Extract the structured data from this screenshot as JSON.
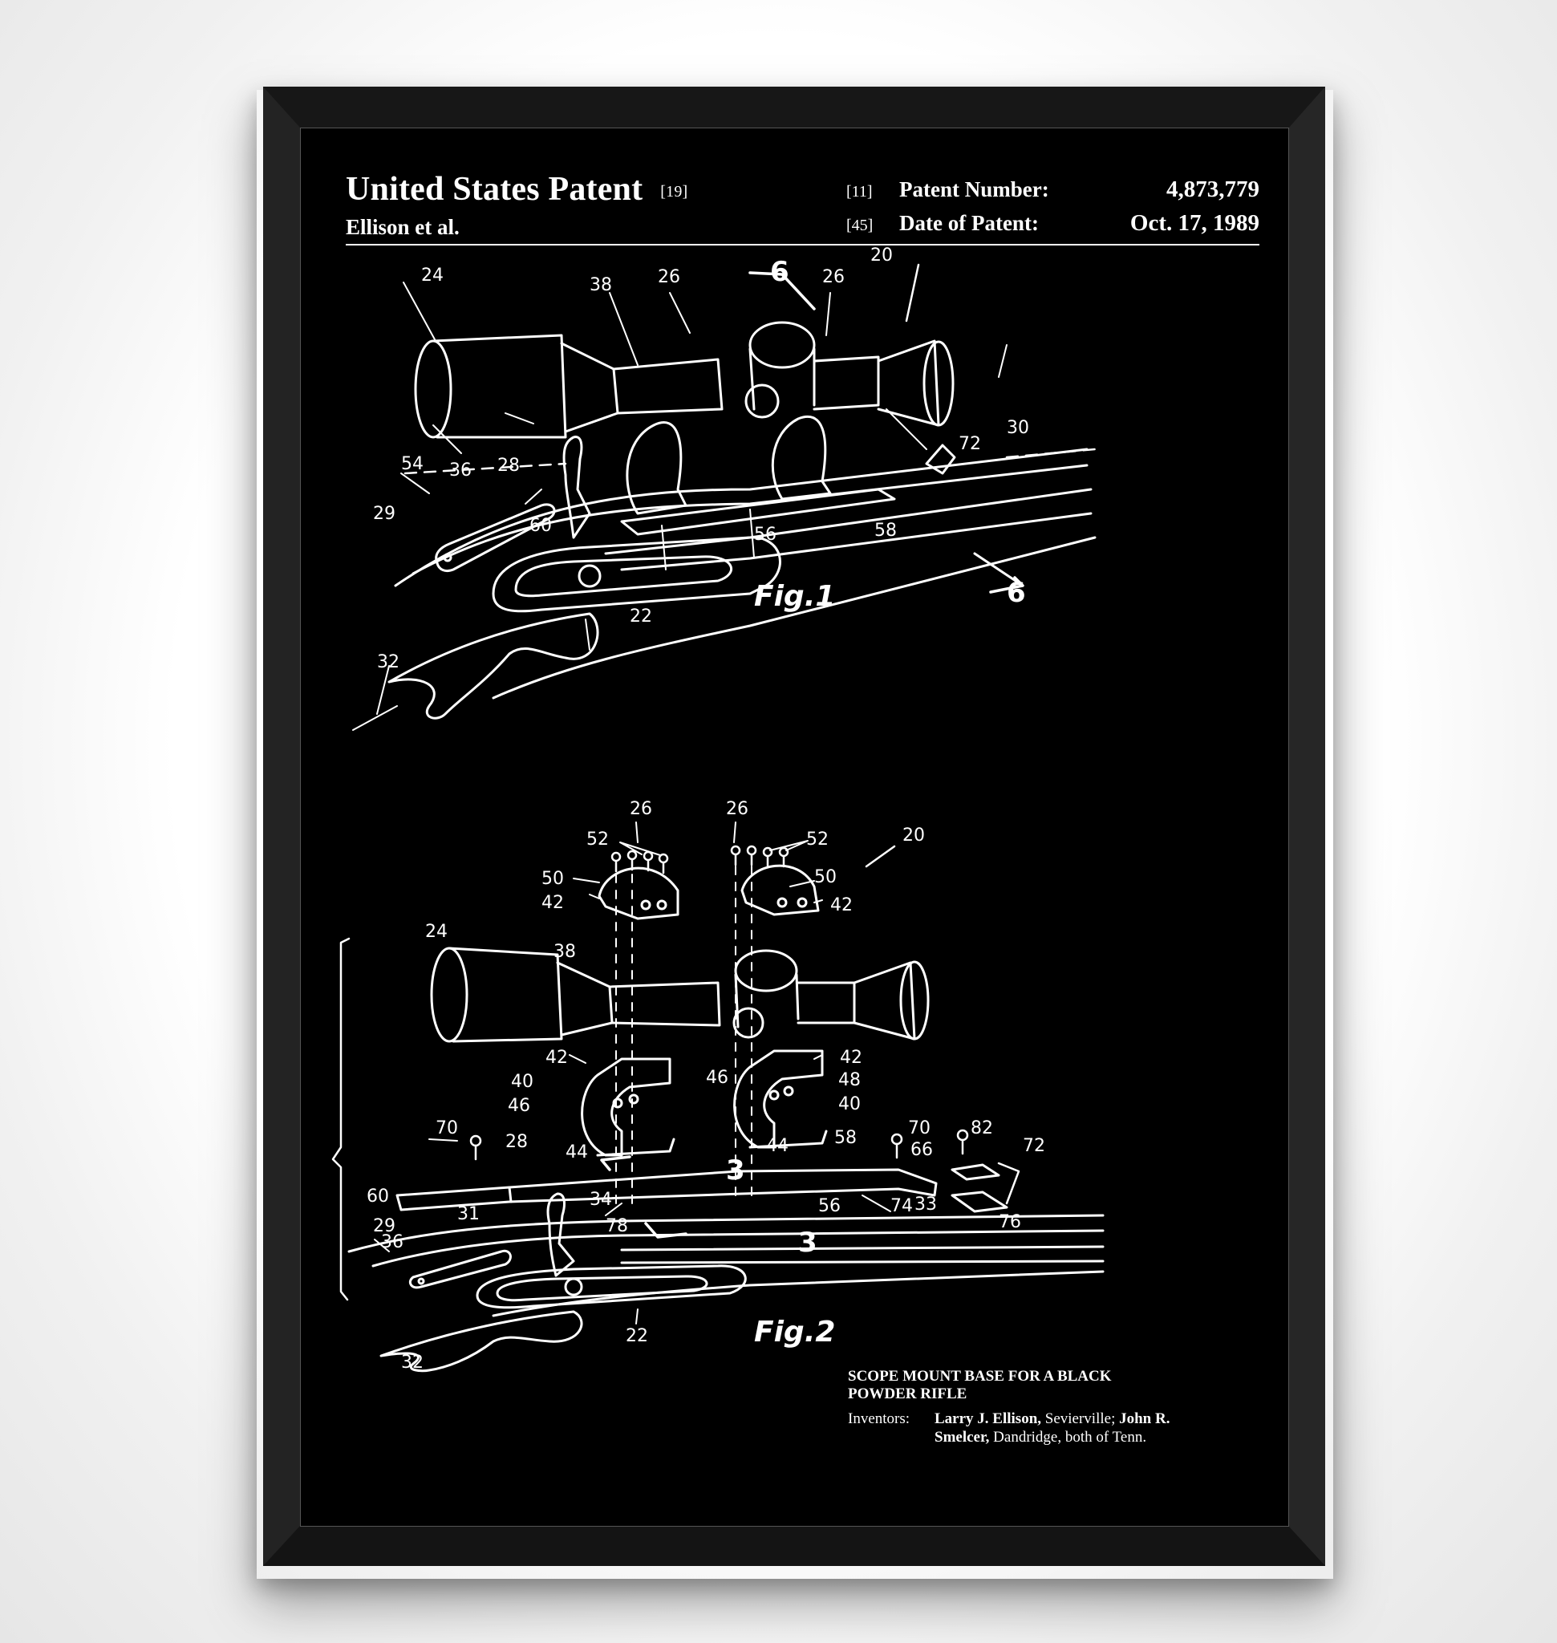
{
  "poster": {
    "header": {
      "title": "United States Patent",
      "title_code": "[19]",
      "inventor_short": "Ellison et al.",
      "patent_number_code": "[11]",
      "patent_number_label": "Patent Number:",
      "patent_number": "4,873,779",
      "date_code": "[45]",
      "date_label": "Date of Patent:",
      "date": "Oct. 17, 1989"
    },
    "figures": [
      {
        "caption": "Fig.1",
        "section_marker": "6",
        "labels": [
          "20",
          "24",
          "38",
          "26",
          "26",
          "72",
          "30",
          "54",
          "36",
          "28",
          "29",
          "60",
          "56",
          "58",
          "22",
          "32"
        ]
      },
      {
        "caption": "Fig.2",
        "section_marker": "3",
        "labels": [
          "26",
          "26",
          "52",
          "52",
          "20",
          "50",
          "50",
          "42",
          "42",
          "24",
          "38",
          "42",
          "42",
          "40",
          "48",
          "46",
          "46",
          "40",
          "70",
          "28",
          "44",
          "44",
          "58",
          "70",
          "82",
          "72",
          "66",
          "60",
          "78",
          "56",
          "74",
          "76",
          "29",
          "36",
          "31",
          "34",
          "33",
          "22",
          "32"
        ]
      }
    ],
    "footer": {
      "title_line1": "SCOPE MOUNT BASE FOR A BLACK",
      "title_line2": "POWDER RIFLE",
      "inventors_label": "Inventors:",
      "inventor1_name": "Larry J. Ellison,",
      "inventor1_place": " Sevierville; ",
      "inventor2_name_part1": "John R.",
      "inventor2_name_part2": "Smelcer,",
      "inventor2_place": " Dandridge, both of Tenn."
    }
  },
  "colors": {
    "background": "#000000",
    "ink": "#ffffff",
    "frame": "#1b1b1b",
    "wall": "#ffffff"
  }
}
